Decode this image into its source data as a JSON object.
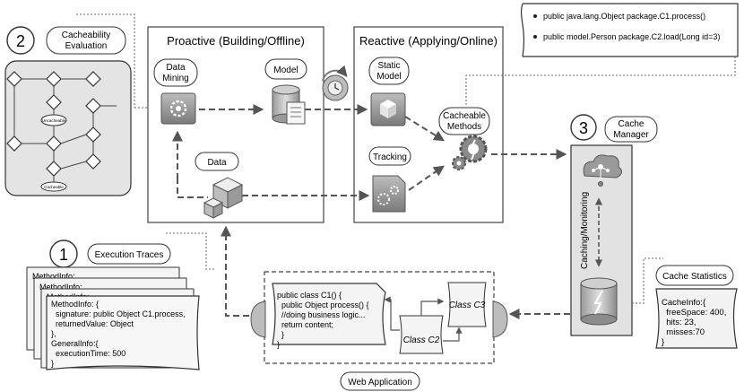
{
  "sections": {
    "proactive": "Proactive (Building/Offline)",
    "reactive": "Reactive (Applying/Online)"
  },
  "numbers": {
    "n1": "1",
    "n2": "2",
    "n3": "3"
  },
  "labels": {
    "cacheability_evaluation": [
      "Cacheability",
      "Evaluation"
    ],
    "data_mining": [
      "Data",
      "Mining"
    ],
    "model": "Model",
    "data": "Data",
    "static_model": [
      "Static",
      "Model"
    ],
    "tracking": "Tracking",
    "cacheable_methods": [
      "Cacheable",
      "Methods"
    ],
    "cache_manager": [
      "Cache",
      "Manager"
    ],
    "caching_monitoring": "Caching/Monitoring",
    "execution_traces": "Execution Traces",
    "cache_statistics": "Cache Statistics",
    "web_application": "Web Application",
    "flow_uncacheable": "Uncacheable",
    "flow_cacheable": "Cacheable"
  },
  "method_list": [
    "public java.lang.Object package.C1.process()",
    "public model.Person package.C2.load(Long id=3)"
  ],
  "trace_stack_text": [
    "MethodInfo:",
    "MethodInfo:",
    "MethodInfo:"
  ],
  "trace_code": [
    "MethodInfo: {",
    "  signature: public Object C1.process,",
    "  returnedValue: Object",
    "},",
    "GeneralInfo:{",
    "  executionTime: 500",
    "}"
  ],
  "app_code": [
    "public class C1() {",
    "  public Object process() {",
    "  //doing business logic...",
    "  return content;",
    "  }",
    "}"
  ],
  "classes": {
    "c2": "Class C2",
    "c3": "Class C3"
  },
  "cache_info": [
    "CacheInfo:{",
    "  freeSpace: 400,",
    "  hits: 23,",
    "  misses:70",
    "}"
  ],
  "colors": {
    "stroke": "#444444",
    "panel_fill": "#ffffff",
    "icon_fill": "#8a8a8a",
    "note_fill": "#f2f2f2"
  }
}
